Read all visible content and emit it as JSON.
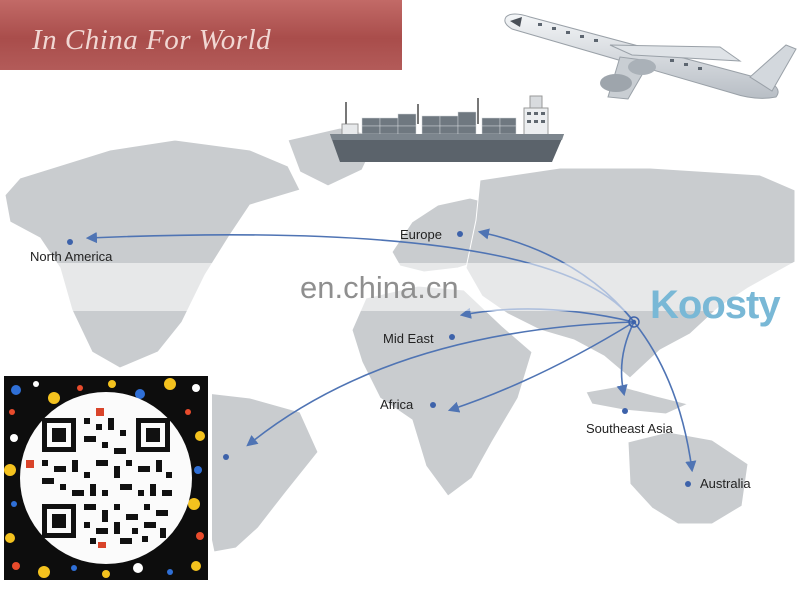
{
  "banner": {
    "text": "In China For World"
  },
  "watermark": {
    "text": "en.china.cn"
  },
  "logo": {
    "text": "Koosty"
  },
  "destinations": {
    "north_america": "North America",
    "europe": "Europe",
    "mid_east": "Mid East",
    "africa": "Africa",
    "southeast_asia": "Southeast Asia",
    "australia": "Australia"
  },
  "colors": {
    "banner": "#b05553",
    "land": "#c9cccf",
    "route": "#4f74b4",
    "dot": "#3d62aa"
  },
  "icons": [
    "airplane-icon",
    "cargo-ship-icon",
    "qr-code-icon"
  ]
}
